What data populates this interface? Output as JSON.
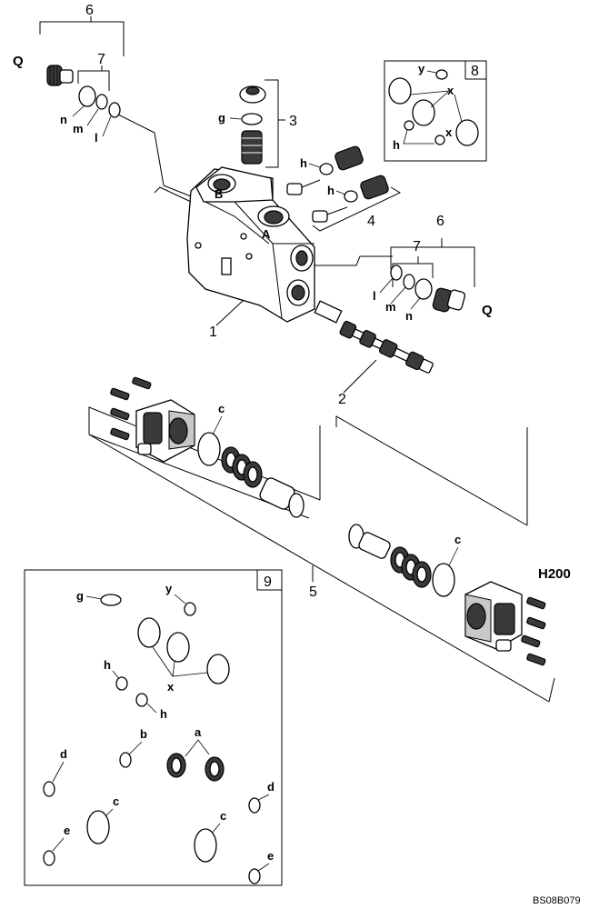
{
  "figure": {
    "model_label": "H200",
    "drawing_code": "BS08B079"
  },
  "callouts": {
    "n1": "1",
    "n2": "2",
    "n3": "3",
    "n4": "4",
    "n5": "5",
    "n6": "6",
    "n7": "7",
    "n8": "8",
    "n9": "9",
    "Q": "Q",
    "a": "a",
    "b": "b",
    "c": "c",
    "d": "d",
    "e": "e",
    "g": "g",
    "h": "h",
    "l": "l",
    "m": "m",
    "n": "n",
    "x": "x",
    "y": "y",
    "port_A": "A",
    "port_B": "B"
  }
}
